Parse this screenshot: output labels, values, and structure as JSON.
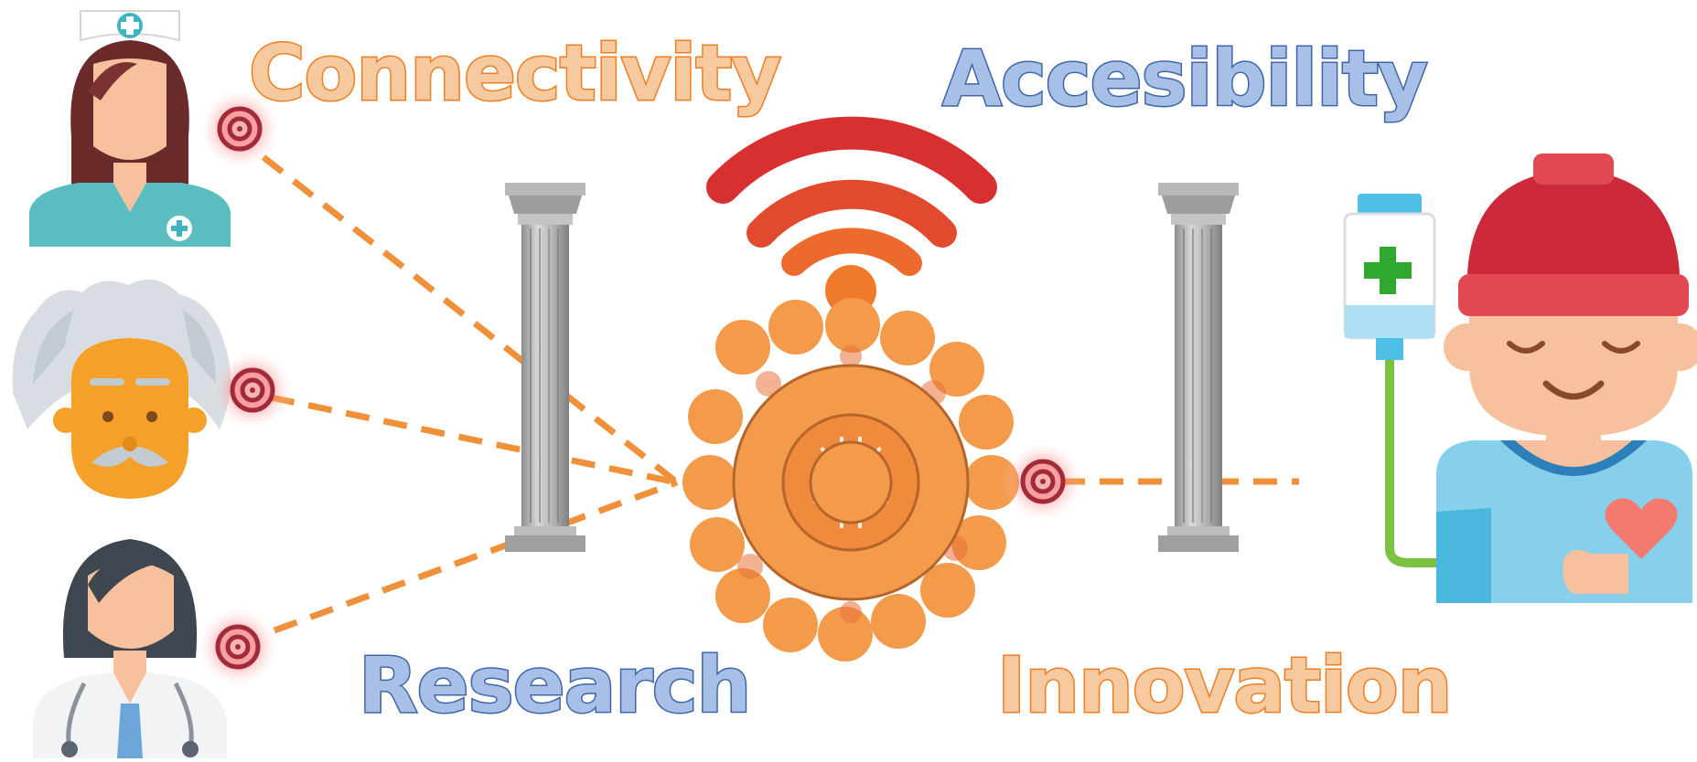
{
  "labels": {
    "connectivity": "Connectivity",
    "accessibility": "Accesibility",
    "research": "Research",
    "innovation": "Innovation"
  },
  "colors": {
    "orange_text_fill": "#f6c99f",
    "orange_text_stroke": "#f07d22",
    "blue_text_fill": "#a8c0e8",
    "blue_text_stroke": "#3e66a6",
    "dash_line": "#f0913a",
    "hub_orange": "#f39a4b",
    "wifi_red": "#d83030",
    "node_ring": "#a22a3a",
    "column_gray": "#a9a9a9"
  },
  "icons": [
    "nurse-icon",
    "scientist-icon",
    "doctor-icon",
    "wifi-signal-icon",
    "network-hub-icon",
    "patient-icon",
    "iv-drip-bag-icon",
    "heart-icon",
    "column-icon"
  ]
}
